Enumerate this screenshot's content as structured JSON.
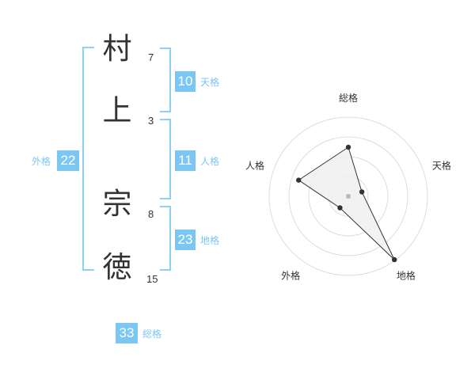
{
  "name": {
    "chars": [
      {
        "char": "村",
        "strokes": "7"
      },
      {
        "char": "上",
        "strokes": "3"
      },
      {
        "char": "宗",
        "strokes": "8"
      },
      {
        "char": "徳",
        "strokes": "15"
      }
    ]
  },
  "kaku": {
    "tenkaku": {
      "value": "10",
      "label": "天格"
    },
    "jinkaku": {
      "value": "11",
      "label": "人格"
    },
    "chikaku": {
      "value": "23",
      "label": "地格"
    },
    "gaikaku": {
      "value": "22",
      "label": "外格"
    },
    "soukaku": {
      "value": "33",
      "label": "総格"
    }
  },
  "chart_data": {
    "type": "radar",
    "axes": [
      "総格",
      "天格",
      "地格",
      "外格",
      "人格"
    ],
    "values": [
      0.62,
      0.18,
      0.99,
      0.18,
      0.66
    ],
    "rings": 4,
    "colors": {
      "fill": "#f0f0f0",
      "stroke": "#333333",
      "ring": "#dddddd",
      "point": "#333333",
      "center": "#bbbbbb"
    }
  },
  "colors": {
    "accent": "#7cc6f3",
    "bracket": "#8ecff5"
  }
}
